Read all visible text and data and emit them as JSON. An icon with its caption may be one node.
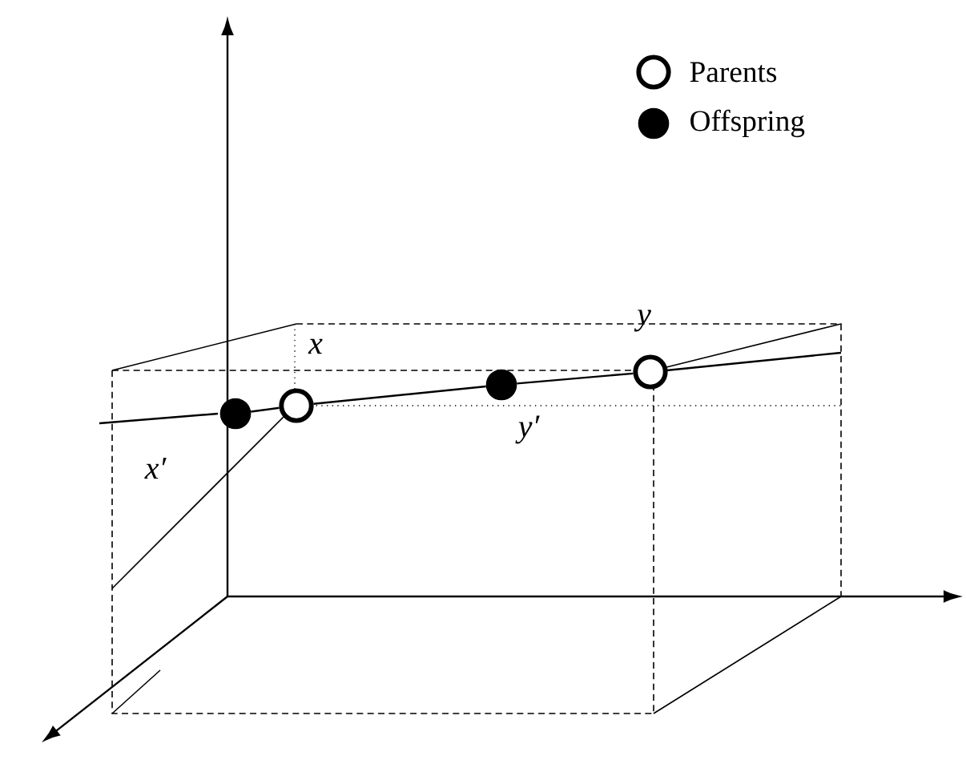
{
  "diagram": {
    "nodes": [
      {
        "text": [],
        "shape": "circle",
        "beside": [
          "x′"
        ]
      },
      {
        "text": [],
        "shape": "circle",
        "beside": [
          "x"
        ]
      },
      {
        "text": [],
        "shape": "circle",
        "beside": [
          "y′"
        ]
      },
      {
        "text": [],
        "shape": "circle",
        "beside": [
          "y"
        ]
      }
    ],
    "edges": [
      {
        "from": 0,
        "to": 1,
        "arrow": "none"
      },
      {
        "from": 1,
        "to": 2,
        "arrow": "none"
      },
      {
        "from": 2,
        "to": 3,
        "arrow": "none"
      }
    ],
    "legend": [
      {
        "text": "Parents"
      },
      {
        "text": "Offspring"
      }
    ]
  }
}
